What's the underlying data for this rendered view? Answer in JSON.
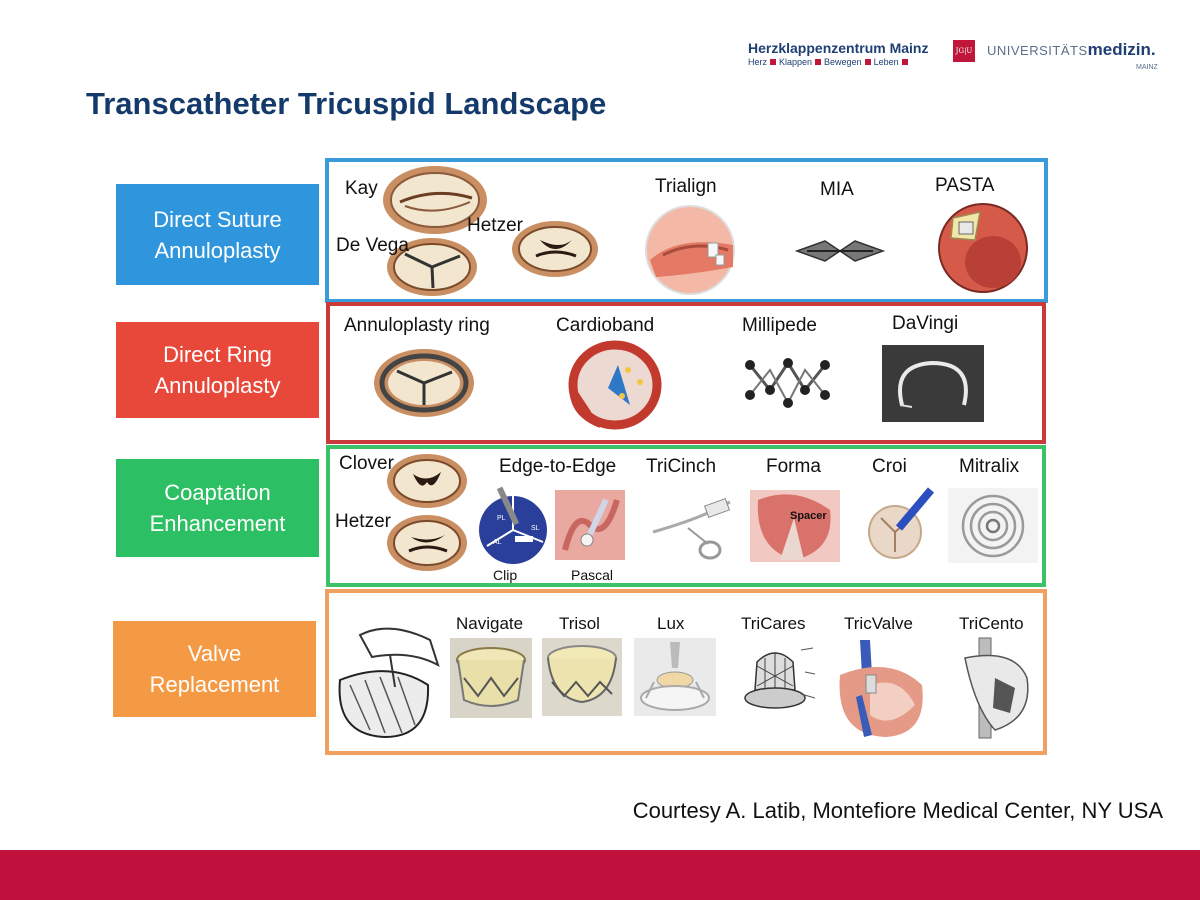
{
  "header": {
    "org_title": "Herzklappenzentrum Mainz",
    "org_tagline": [
      "Herz",
      "Klappen",
      "Bewegen",
      "Leben"
    ],
    "jgu_mark": "JG|U",
    "university_prefix": "UNIVERSITÄTS",
    "university_bold": "medizin.",
    "university_city": "MAINZ"
  },
  "slide": {
    "title": "Transcatheter Tricuspid Landscape",
    "courtesy": "Courtesy A. Latib, Montefiore Medical Center, NY USA"
  },
  "categories": [
    {
      "label_line1": "Direct Suture",
      "label_line2": "Annuloplasty",
      "color": "#2f96dd",
      "devices": [
        "Kay",
        "De Vega",
        "Hetzer",
        "Trialign",
        "MIA",
        "PASTA"
      ]
    },
    {
      "label_line1": "Direct Ring",
      "label_line2": "Annuloplasty",
      "color": "#e8483a",
      "devices": [
        "Annuloplasty ring",
        "Cardioband",
        "Millipede",
        "DaVingi"
      ]
    },
    {
      "label_line1": "Coaptation",
      "label_line2": "Enhancement",
      "color": "#2dbf63",
      "devices": [
        "Clover",
        "Hetzer",
        "Edge-to-Edge",
        "TriCinch",
        "Forma",
        "Croi",
        "Mitralix"
      ],
      "sub_labels": [
        "Clip",
        "Pascal",
        "Spacer"
      ],
      "clip_leaflets": [
        "PL",
        "SL",
        "AL"
      ]
    },
    {
      "label_line1": "Valve",
      "label_line2": "Replacement",
      "color": "#f59a44",
      "devices": [
        "Navigate",
        "Trisol",
        "Lux",
        "TriCares",
        "TricValve",
        "TriCento"
      ]
    }
  ],
  "colors": {
    "title_blue": "#143a6b",
    "footer_red": "#c0103c",
    "panel_blue": "#3a9bdb",
    "panel_red": "#c93a3a",
    "panel_green": "#3cc169",
    "panel_orange": "#f0a060"
  }
}
